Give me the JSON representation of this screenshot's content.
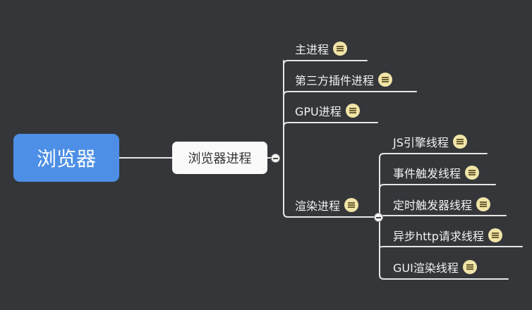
{
  "mindmap": {
    "root": {
      "label": "浏览器"
    },
    "main": {
      "label": "浏览器进程"
    },
    "children": [
      {
        "label": "主进程"
      },
      {
        "label": "第三方插件进程"
      },
      {
        "label": "GPU进程"
      },
      {
        "label": "渲染进程"
      }
    ],
    "render_children": [
      {
        "label": "JS引擎线程"
      },
      {
        "label": "事件触发线程"
      },
      {
        "label": "定时触发器线程"
      },
      {
        "label": "异步http请求线程"
      },
      {
        "label": "GUI渲染线程"
      }
    ],
    "colors": {
      "background": "#34363a",
      "root": "#4d8fe6",
      "line": "#e6e6e6",
      "note": "#f0e4a8"
    }
  }
}
